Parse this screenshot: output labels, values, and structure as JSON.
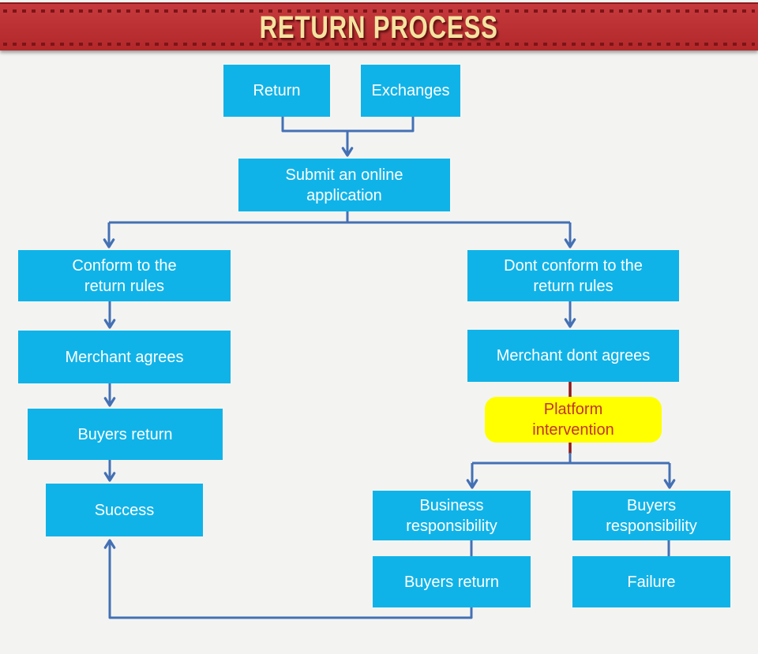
{
  "header": {
    "title": "RETURN PROCESS"
  },
  "colors": {
    "page_bg": "#f3f4f2",
    "banner_red": "#c12b2e",
    "banner_dash": "#7d1416",
    "banner_text": "#f4e3a1",
    "node_fill": "#10b3e8",
    "node_text": "#ffffff",
    "connector_blue": "#4470b4",
    "connector_red": "#8e1a1a",
    "highlight_fill": "#ffff00",
    "highlight_text": "#c13525"
  },
  "nodes": {
    "return": {
      "label": "Return"
    },
    "exchanges": {
      "label": "Exchanges"
    },
    "submit": {
      "label": "Submit an online\napplication"
    },
    "conform": {
      "label": "Conform to the\nreturn rules"
    },
    "merchant_agrees": {
      "label": "Merchant agrees"
    },
    "buyers_return_left": {
      "label": "Buyers return"
    },
    "success": {
      "label": "Success"
    },
    "dont_conform": {
      "label": "Dont conform to the\nreturn rules"
    },
    "merchant_dont_agrees": {
      "label": "Merchant dont agrees"
    },
    "platform_intervention": {
      "label": "Platform\nintervention"
    },
    "business_responsibility": {
      "label": "Business\nresponsibility"
    },
    "buyers_responsibility": {
      "label": "Buyers\nresponsibility"
    },
    "buyers_return_right": {
      "label": "Buyers return"
    },
    "failure": {
      "label": "Failure"
    }
  }
}
